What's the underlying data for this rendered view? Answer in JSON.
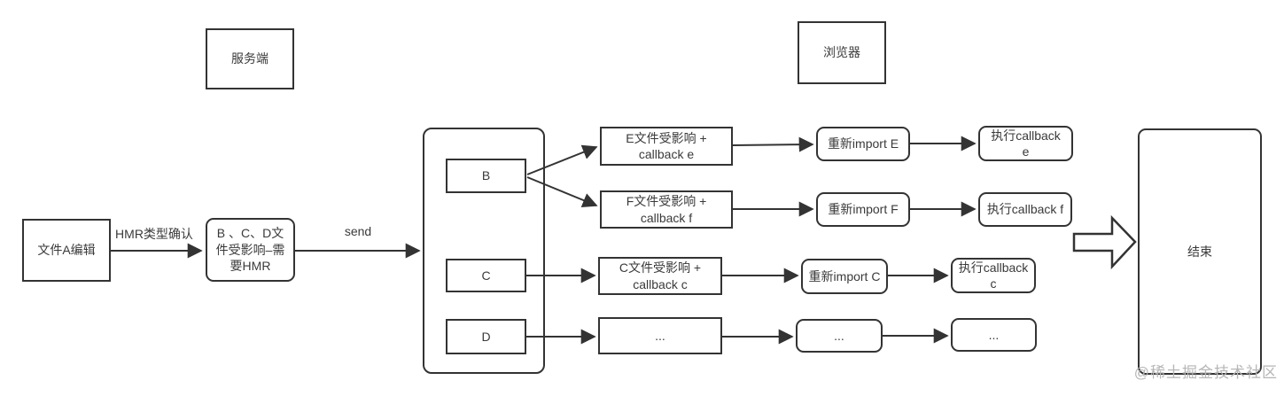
{
  "diagram": {
    "section_labels": {
      "server": "服务端",
      "browser": "浏览器"
    },
    "nodes": {
      "file_a": "文件A编辑",
      "bcd": "B 、C、D文\n件受影响–需\n要HMR",
      "b": "B",
      "c": "C",
      "d": "D",
      "e_affected": "E文件受影响 +\ncallback e",
      "f_affected": "F文件受影响 +\ncallback f",
      "c_affected": "C文件受影响 +\ncallback c",
      "d_affected": "...",
      "import_e": "重新import E",
      "import_f": "重新import F",
      "import_c": "重新import C",
      "import_d": "...",
      "exec_e": "执行callback\ne",
      "exec_f": "执行callback f",
      "exec_c": "执行callback\nc",
      "exec_d": "...",
      "end": "结束"
    },
    "edge_labels": {
      "hmr_type": "HMR类型确认",
      "send": "send"
    },
    "colors": {
      "line": "#333333",
      "text": "#3a3a3a",
      "watermark": "#b6b6b6",
      "background": "#ffffff"
    },
    "watermark": "@稀土掘金技术社区"
  }
}
